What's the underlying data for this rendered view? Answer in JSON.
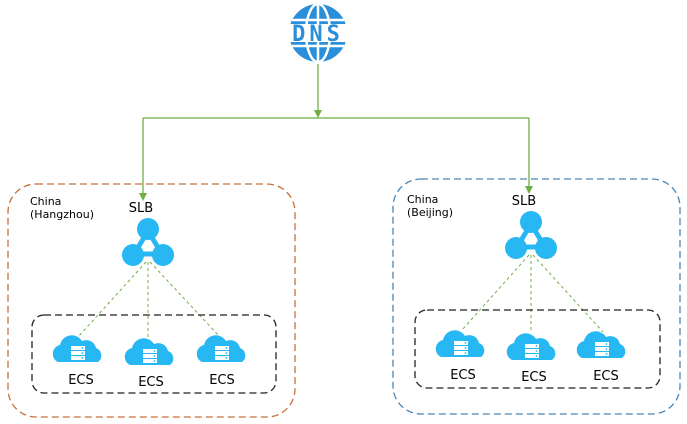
{
  "dns": {
    "label": "DNS",
    "color": "#2a8fd8"
  },
  "colors": {
    "arrow": "#70ad47",
    "link": "#70ad47",
    "node": "#27b7f3",
    "region_left": "#c5703a",
    "region_right": "#4a86b8",
    "group": "#222222"
  },
  "regions": [
    {
      "name_line1": "China",
      "name_line2": "(Hangzhou)",
      "slb_label": "SLB",
      "ecs": [
        {
          "label": "ECS"
        },
        {
          "label": "ECS"
        },
        {
          "label": "ECS"
        }
      ]
    },
    {
      "name_line1": "China",
      "name_line2": "(Beijing)",
      "slb_label": "SLB",
      "ecs": [
        {
          "label": "ECS"
        },
        {
          "label": "ECS"
        },
        {
          "label": "ECS"
        }
      ]
    }
  ]
}
